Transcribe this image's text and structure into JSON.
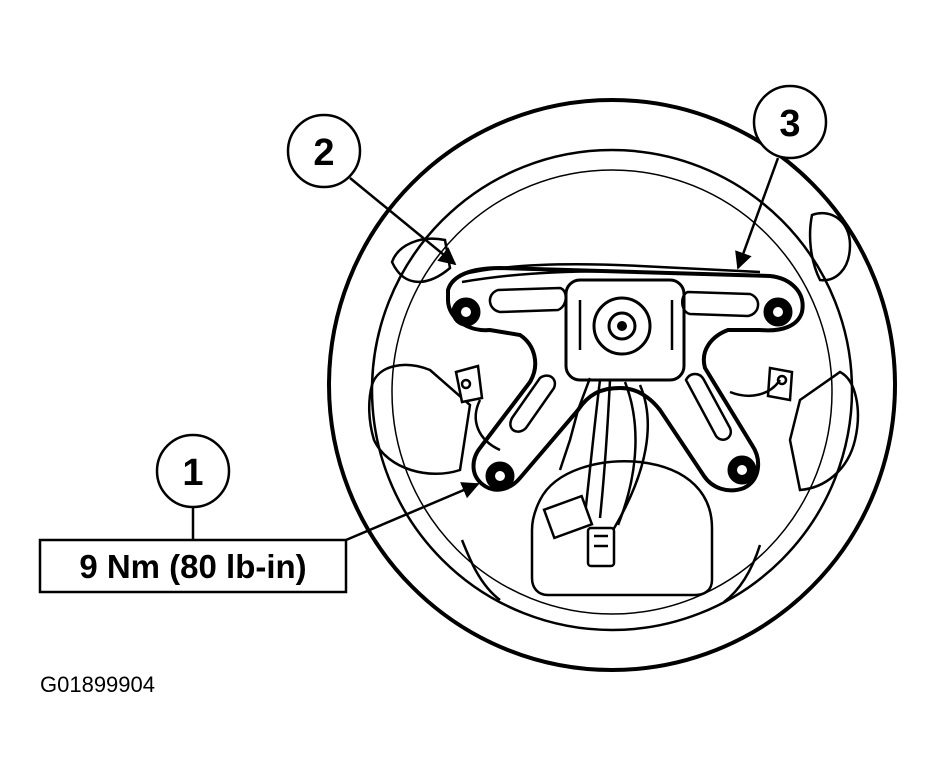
{
  "callouts": [
    {
      "number": "1"
    },
    {
      "number": "2"
    },
    {
      "number": "3"
    }
  ],
  "torque_spec": "9 Nm (80 lb-in)",
  "figure_id": "G01899904"
}
